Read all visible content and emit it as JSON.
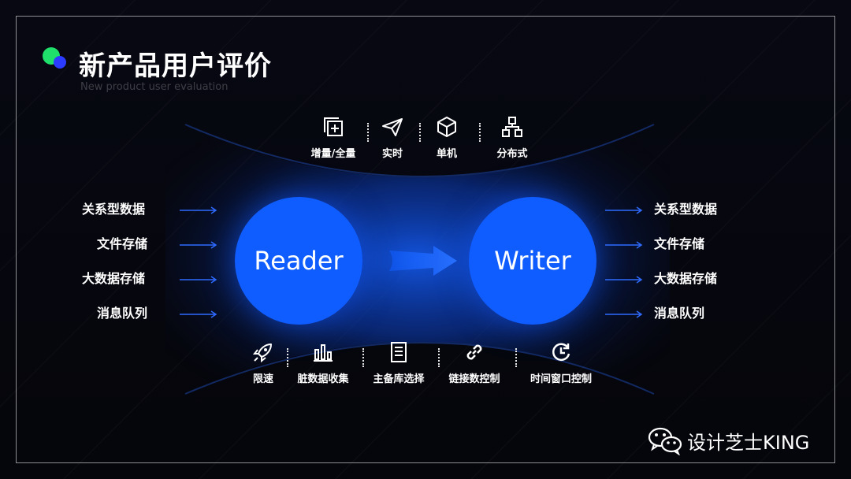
{
  "header": {
    "title": "新产品用户评价",
    "subtitle": "New product user evaluation"
  },
  "left_sources": [
    "关系型数据",
    "文件存储",
    "大数据存储",
    "消息队列"
  ],
  "right_targets": [
    "关系型数据",
    "文件存储",
    "大数据存储",
    "消息队列"
  ],
  "nodes": {
    "reader": "Reader",
    "writer": "Writer"
  },
  "top_features": [
    {
      "label": "增量/全量",
      "icon": "add-copy-icon"
    },
    {
      "label": "实时",
      "icon": "paper-plane-icon"
    },
    {
      "label": "单机",
      "icon": "cube-icon"
    },
    {
      "label": "分布式",
      "icon": "distributed-nodes-icon"
    }
  ],
  "bottom_features": [
    {
      "label": "限速",
      "icon": "rocket-icon"
    },
    {
      "label": "脏数据收集",
      "icon": "bar-chart-icon"
    },
    {
      "label": "主备库选择",
      "icon": "server-list-icon"
    },
    {
      "label": "链接数控制",
      "icon": "link-icon"
    },
    {
      "label": "时间窗口控制",
      "icon": "clock-refresh-icon"
    }
  ],
  "brand": "设计芝士KING",
  "colors": {
    "accent_blue": "#0f5cff",
    "logo_green": "#1fe06b",
    "logo_blue": "#2b3bff"
  }
}
